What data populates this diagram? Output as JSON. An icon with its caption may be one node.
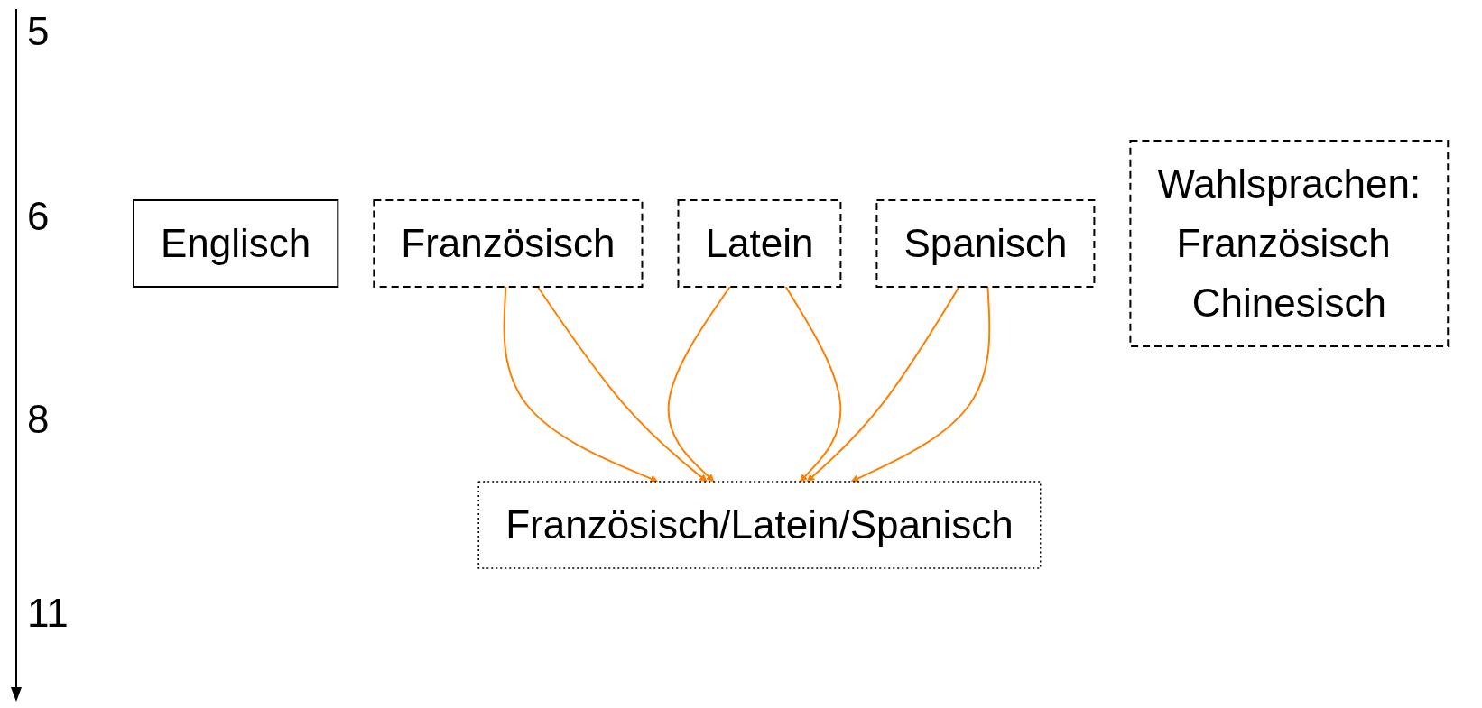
{
  "diagram": {
    "nodes": [
      {
        "text": [
          "Englisch"
        ]
      },
      {
        "text": [
          "Französisch"
        ]
      },
      {
        "text": [
          "Latein"
        ]
      },
      {
        "text": [
          "Spanisch"
        ]
      },
      {
        "text": [
          "Wahlsprachen:",
          "Französisch Chinesisch"
        ]
      },
      {
        "text": [
          "Französisch/Latein/Spanisch"
        ]
      }
    ],
    "edges": [
      {
        "from": 1,
        "to": 5,
        "arrow": "to"
      },
      {
        "from": 1,
        "to": 5,
        "arrow": "to"
      },
      {
        "from": 2,
        "to": 5,
        "arrow": "to"
      },
      {
        "from": 2,
        "to": 5,
        "arrow": "to"
      },
      {
        "from": 3,
        "to": 5,
        "arrow": "to"
      },
      {
        "from": 3,
        "to": 5,
        "arrow": "to"
      }
    ],
    "labels": [
      "5",
      "6",
      "8",
      "11"
    ]
  }
}
